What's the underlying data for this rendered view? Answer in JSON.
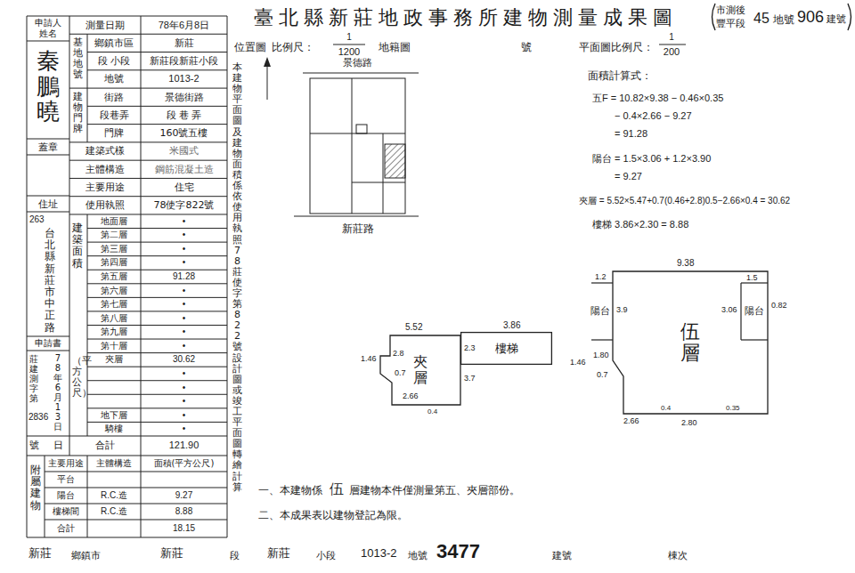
{
  "diagram": {
    "title": "臺北縣新莊地政事務所建物測量成果圖",
    "nodes": [
      {
        "text": [
          "夾層"
        ]
      },
      {
        "text": [
          "樓梯"
        ]
      },
      {
        "text": [
          "伍層"
        ]
      }
    ],
    "labels": [
      "市測後",
      "豐平段",
      "45",
      "地號",
      "906",
      "建號",
      "申請人姓名",
      "秦鵬曉",
      "蓋章",
      "住址",
      "263",
      "台北縣新莊市中正路",
      "申請書",
      "莊建測字第",
      "2836",
      "78年6月13日",
      "號",
      "日",
      "測量日期",
      "78年6月8日",
      "基地地號",
      "鄉鎮市區",
      "新莊",
      "段 小段",
      "新莊段新莊小段",
      "地號",
      "1013-2",
      "建物門牌",
      "街路",
      "景德街路",
      "段巷弄",
      "段 巷 弄",
      "門牌",
      "160號五樓",
      "建築式樣",
      "米國式",
      "主體構造",
      "鋼筋混凝土造",
      "主要用途",
      "住宅",
      "使用執照",
      "78使字822號",
      "建築面積",
      "（平方公尺）",
      "地面層",
      "•",
      "第二層",
      "•",
      "第三層",
      "•",
      "第四層",
      "•",
      "第五層",
      "91.28",
      "第六層",
      "•",
      "第七層",
      "•",
      "第八層",
      "•",
      "第九層",
      "•",
      "第十層",
      "•",
      "夾層",
      "30.62",
      "•",
      "•",
      "•",
      "地下層",
      "•",
      "騎樓",
      "•",
      "合計",
      "121.90",
      "附屬建物",
      "主要用途",
      "主體構造",
      "面積(平方公尺)",
      "平台",
      "陽台",
      "R.C.造",
      "9.27",
      "樓梯間",
      "R.C.造",
      "8.88",
      "合計",
      "18.15",
      "本建物平面圖及建物面積係依使用執照78莊使字第822號設計圖或竣工平面圖轉繪計算",
      "位置圖",
      "比例尺：",
      "1",
      "1200",
      "地籍圖",
      "號",
      "景德路",
      "新莊路",
      "平面圖比例尺：",
      "1",
      "200",
      "面積計算式：",
      "五F = 10.82×9.38 − 0.46×0.35",
      "− 0.4×2.66 − 9.27",
      "= 91.28",
      "陽台 = 1.5×3.06 + 1.2×3.90",
      "= 9.27",
      "夾層 = 5.52×5.47+0.7(0.46+2.8)0.5−2.66×0.4 = 30.62",
      "樓梯 3.86×2.30 = 8.88",
      "5.52",
      "3.86",
      "1.46",
      "2.8",
      "0.7",
      "2.66",
      "0.4",
      "2.3",
      "3.7",
      "9.38",
      "1.2",
      "陽台",
      "3.9",
      "1.5",
      "3.06",
      "陽台",
      "0.82",
      "1.46",
      "1.80",
      "0.7",
      "2.66",
      "0.4",
      "2.80",
      "0.35",
      "一、本建物係",
      "伍",
      "層建物本件僅測量第五、夾層部份。",
      "二、本成果表以建物登記為限。",
      "新莊",
      "鄉鎮市",
      "新莊",
      "段",
      "新莊",
      "小段",
      "1013-2",
      "地號",
      "3477",
      "建號",
      "棟次"
    ]
  }
}
